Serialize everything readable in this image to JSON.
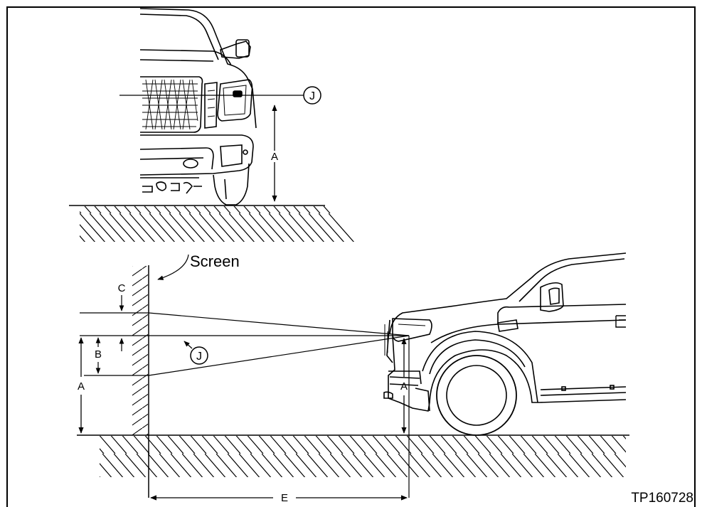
{
  "figure_id": "TP160728",
  "labels": {
    "screen": "Screen",
    "headlamp_center": "J",
    "lamp_height": "A",
    "vertical_offset": "B",
    "cutoff_offset": "C",
    "screen_distance": "E"
  }
}
